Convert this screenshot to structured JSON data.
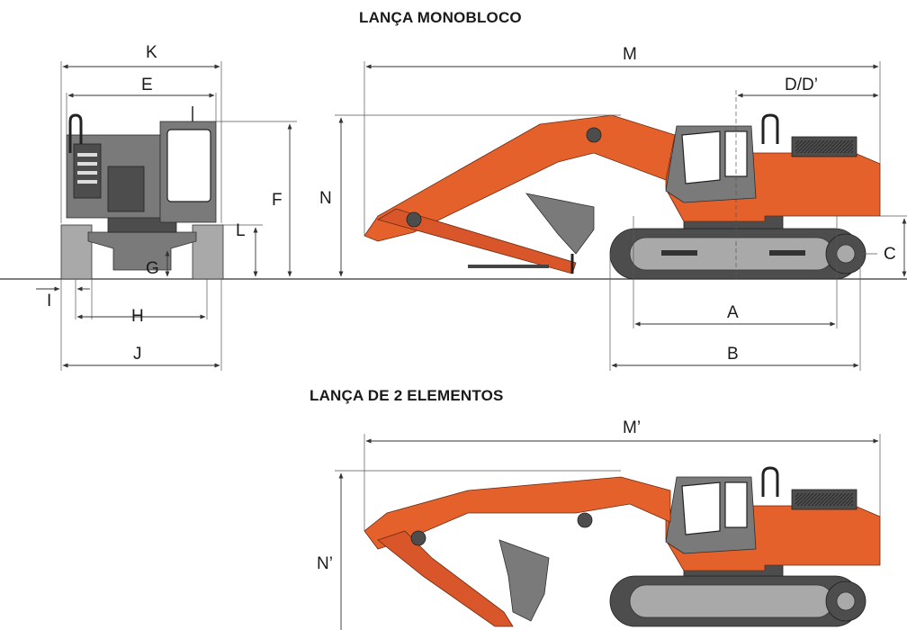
{
  "titles": {
    "top": "LANÇA MONOBLOCO",
    "bottom": "LANÇA DE 2 ELEMENTOS"
  },
  "labels": {
    "K": "K",
    "E": "E",
    "F": "F",
    "L": "L",
    "G": "G",
    "I": "I",
    "H": "H",
    "J": "J",
    "M": "M",
    "DD": "D/D’",
    "N": "N",
    "C": "C",
    "A": "A",
    "B": "B",
    "M2": "M’",
    "N2": "N’"
  },
  "colors": {
    "body_orange": "#e5612c",
    "track_grey": "#4d4d4d",
    "cab_grey": "#7a7a7a",
    "line": "#333333"
  }
}
